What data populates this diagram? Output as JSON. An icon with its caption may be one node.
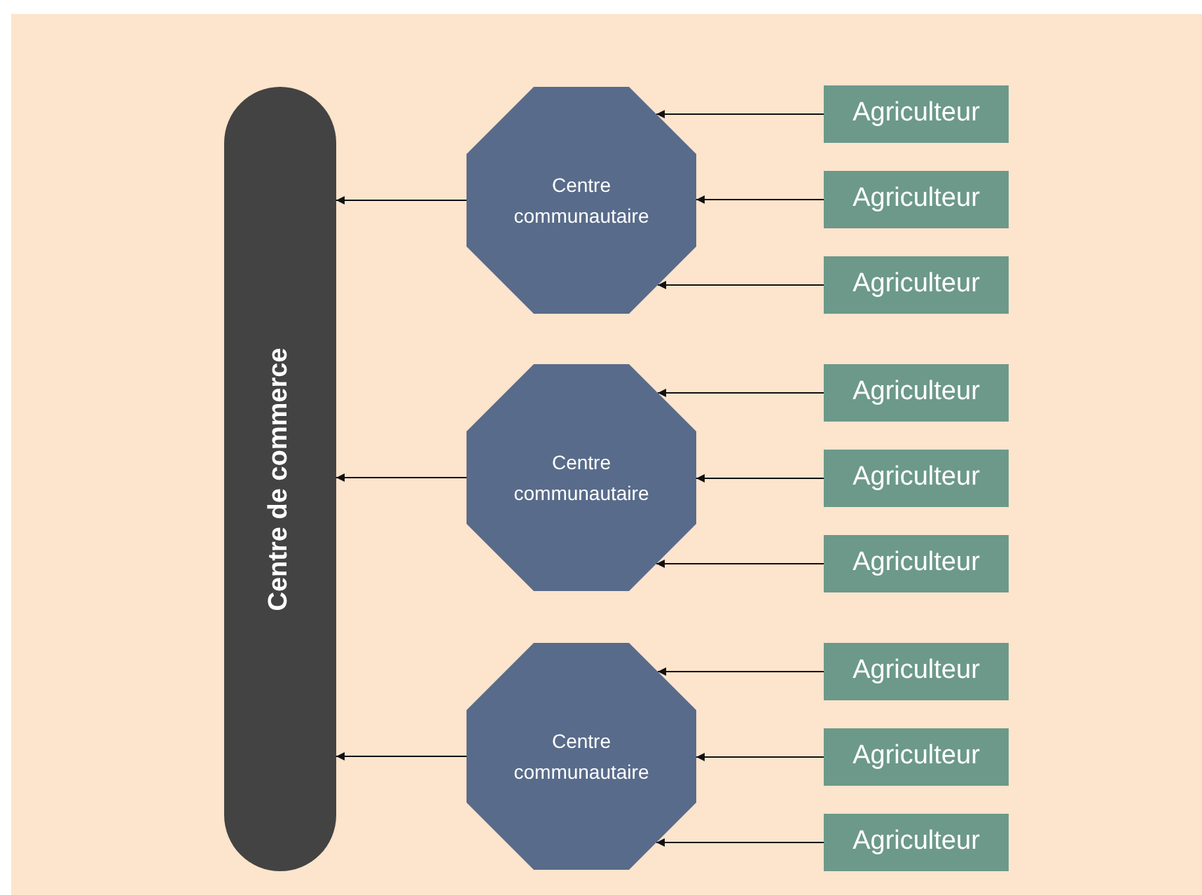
{
  "diagram": {
    "nodes": [
      {
        "text": [
          "Centre de commerce"
        ]
      },
      {
        "text": [
          "Centre communautaire"
        ]
      },
      {
        "text": [
          "Agriculteur"
        ]
      },
      {
        "text": [
          "Agriculteur"
        ]
      },
      {
        "text": [
          "Agriculteur"
        ]
      },
      {
        "text": [
          "Centre communautaire"
        ]
      },
      {
        "text": [
          "Agriculteur"
        ]
      },
      {
        "text": [
          "Agriculteur"
        ]
      },
      {
        "text": [
          "Agriculteur"
        ]
      },
      {
        "text": [
          "Centre communautaire"
        ]
      },
      {
        "text": [
          "Agriculteur"
        ]
      },
      {
        "text": [
          "Agriculteur"
        ]
      },
      {
        "text": [
          "Agriculteur"
        ]
      }
    ],
    "edges": [
      {
        "from": 1,
        "to": 0,
        "arrow": "to"
      },
      {
        "from": 2,
        "to": 1,
        "arrow": "to"
      },
      {
        "from": 3,
        "to": 1,
        "arrow": "to"
      },
      {
        "from": 4,
        "to": 1,
        "arrow": "to"
      },
      {
        "from": 5,
        "to": 0,
        "arrow": "to"
      },
      {
        "from": 6,
        "to": 5,
        "arrow": "to"
      },
      {
        "from": 7,
        "to": 5,
        "arrow": "to"
      },
      {
        "from": 8,
        "to": 5,
        "arrow": "to"
      },
      {
        "from": 9,
        "to": 0,
        "arrow": "to"
      },
      {
        "from": 10,
        "to": 9,
        "arrow": "to"
      },
      {
        "from": 11,
        "to": 9,
        "arrow": "to"
      },
      {
        "from": 12,
        "to": 9,
        "arrow": "to"
      }
    ]
  }
}
